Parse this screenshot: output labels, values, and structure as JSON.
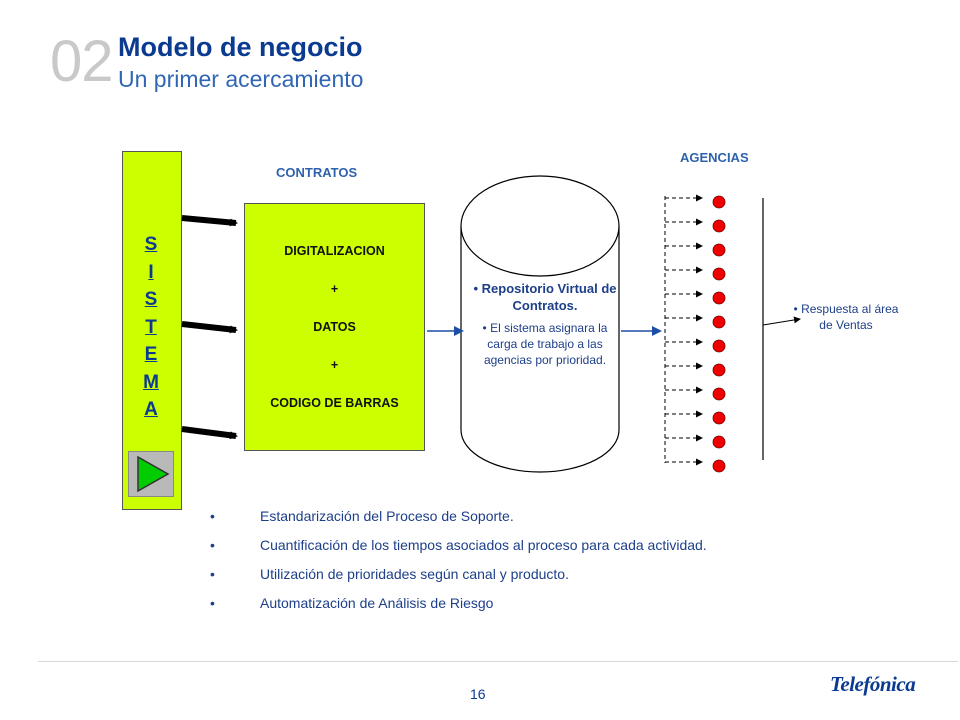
{
  "header": {
    "slide_number": "02",
    "title": "Modelo de negocio",
    "subtitle": "Un primer acercamiento"
  },
  "diagram": {
    "sistema_letters": [
      "S",
      "I",
      "S",
      "T",
      "E",
      "M",
      "A"
    ],
    "contratos_label": "CONTRATOS",
    "contracts_box_lines": [
      "DIGITALIZACION",
      "+",
      "DATOS",
      "+",
      "CODIGO DE BARRAS"
    ],
    "repository": {
      "bullet1": "• Repositorio Virtual de Contratos.",
      "bullet2": "• El sistema asignara la carga de trabajo a las agencias por prioridad."
    },
    "agencias_label": "AGENCIAS",
    "agencies_count": 12,
    "respuesta": "• Respuesta al área de Ventas",
    "colors": {
      "green": "#ccff00",
      "blue": "#0b3a91",
      "red": "#ee0000"
    }
  },
  "bullets": [
    "Estandarización del Proceso de Soporte.",
    "Cuantificación de los tiempos asociados al proceso para cada actividad.",
    "Utilización de prioridades según canal y producto.",
    "Automatización de Análisis de Riesgo"
  ],
  "bullet_glyph": "•",
  "footer": {
    "page_number": "16",
    "brand": "Telefónica"
  }
}
